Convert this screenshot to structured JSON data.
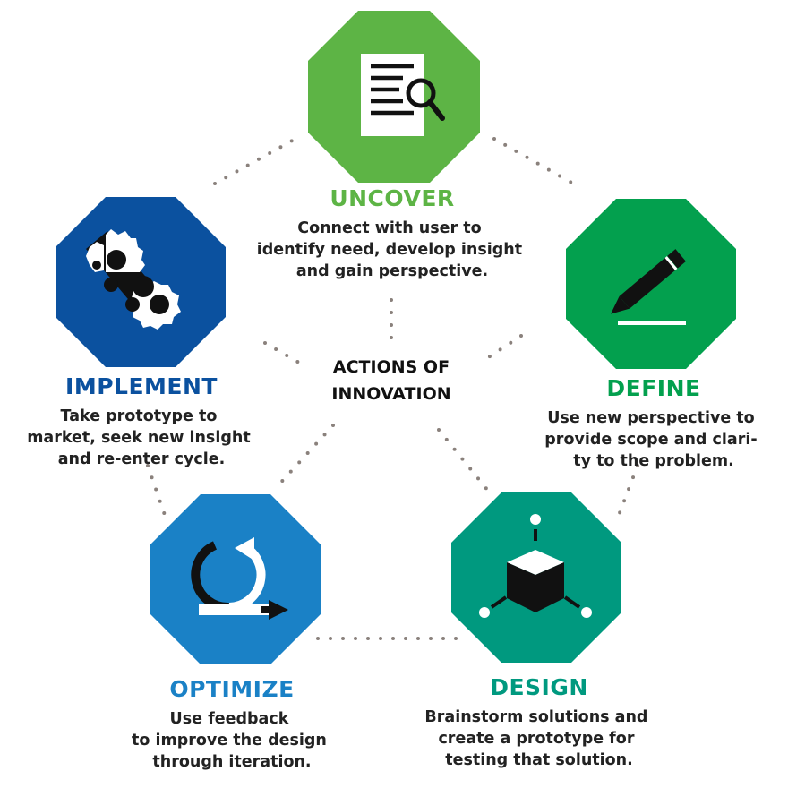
{
  "center": {
    "line1": "ACTIONS OF",
    "line2": "INNOVATION"
  },
  "colors": {
    "uncover": "#5db445",
    "define": "#03a04e",
    "design": "#00997f",
    "optimize": "#1a81c6",
    "implement": "#0b519f",
    "dots": "#8a817c"
  },
  "stages": {
    "uncover": {
      "title": "UNCOVER",
      "icon": "document-search-icon",
      "lines": [
        "Connect with user to",
        "identify need, develop insight",
        "and gain perspective."
      ]
    },
    "define": {
      "title": "DEFINE",
      "icon": "pencil-icon",
      "lines": [
        "Use new perspective to",
        "provide scope and clari-",
        "ty to the problem."
      ]
    },
    "design": {
      "title": "DESIGN",
      "icon": "cube-network-icon",
      "lines": [
        "Brainstorm solutions and",
        "create a prototype for",
        "testing that solution."
      ]
    },
    "optimize": {
      "title": "OPTIMIZE",
      "icon": "iteration-cycle-icon",
      "lines": [
        "Use feedback",
        "to improve the design",
        "through iteration."
      ]
    },
    "implement": {
      "title": "IMPLEMENT",
      "icon": "gears-icon",
      "lines": [
        "Take prototype to",
        "market, seek new insight",
        "and re-enter cycle."
      ]
    }
  }
}
